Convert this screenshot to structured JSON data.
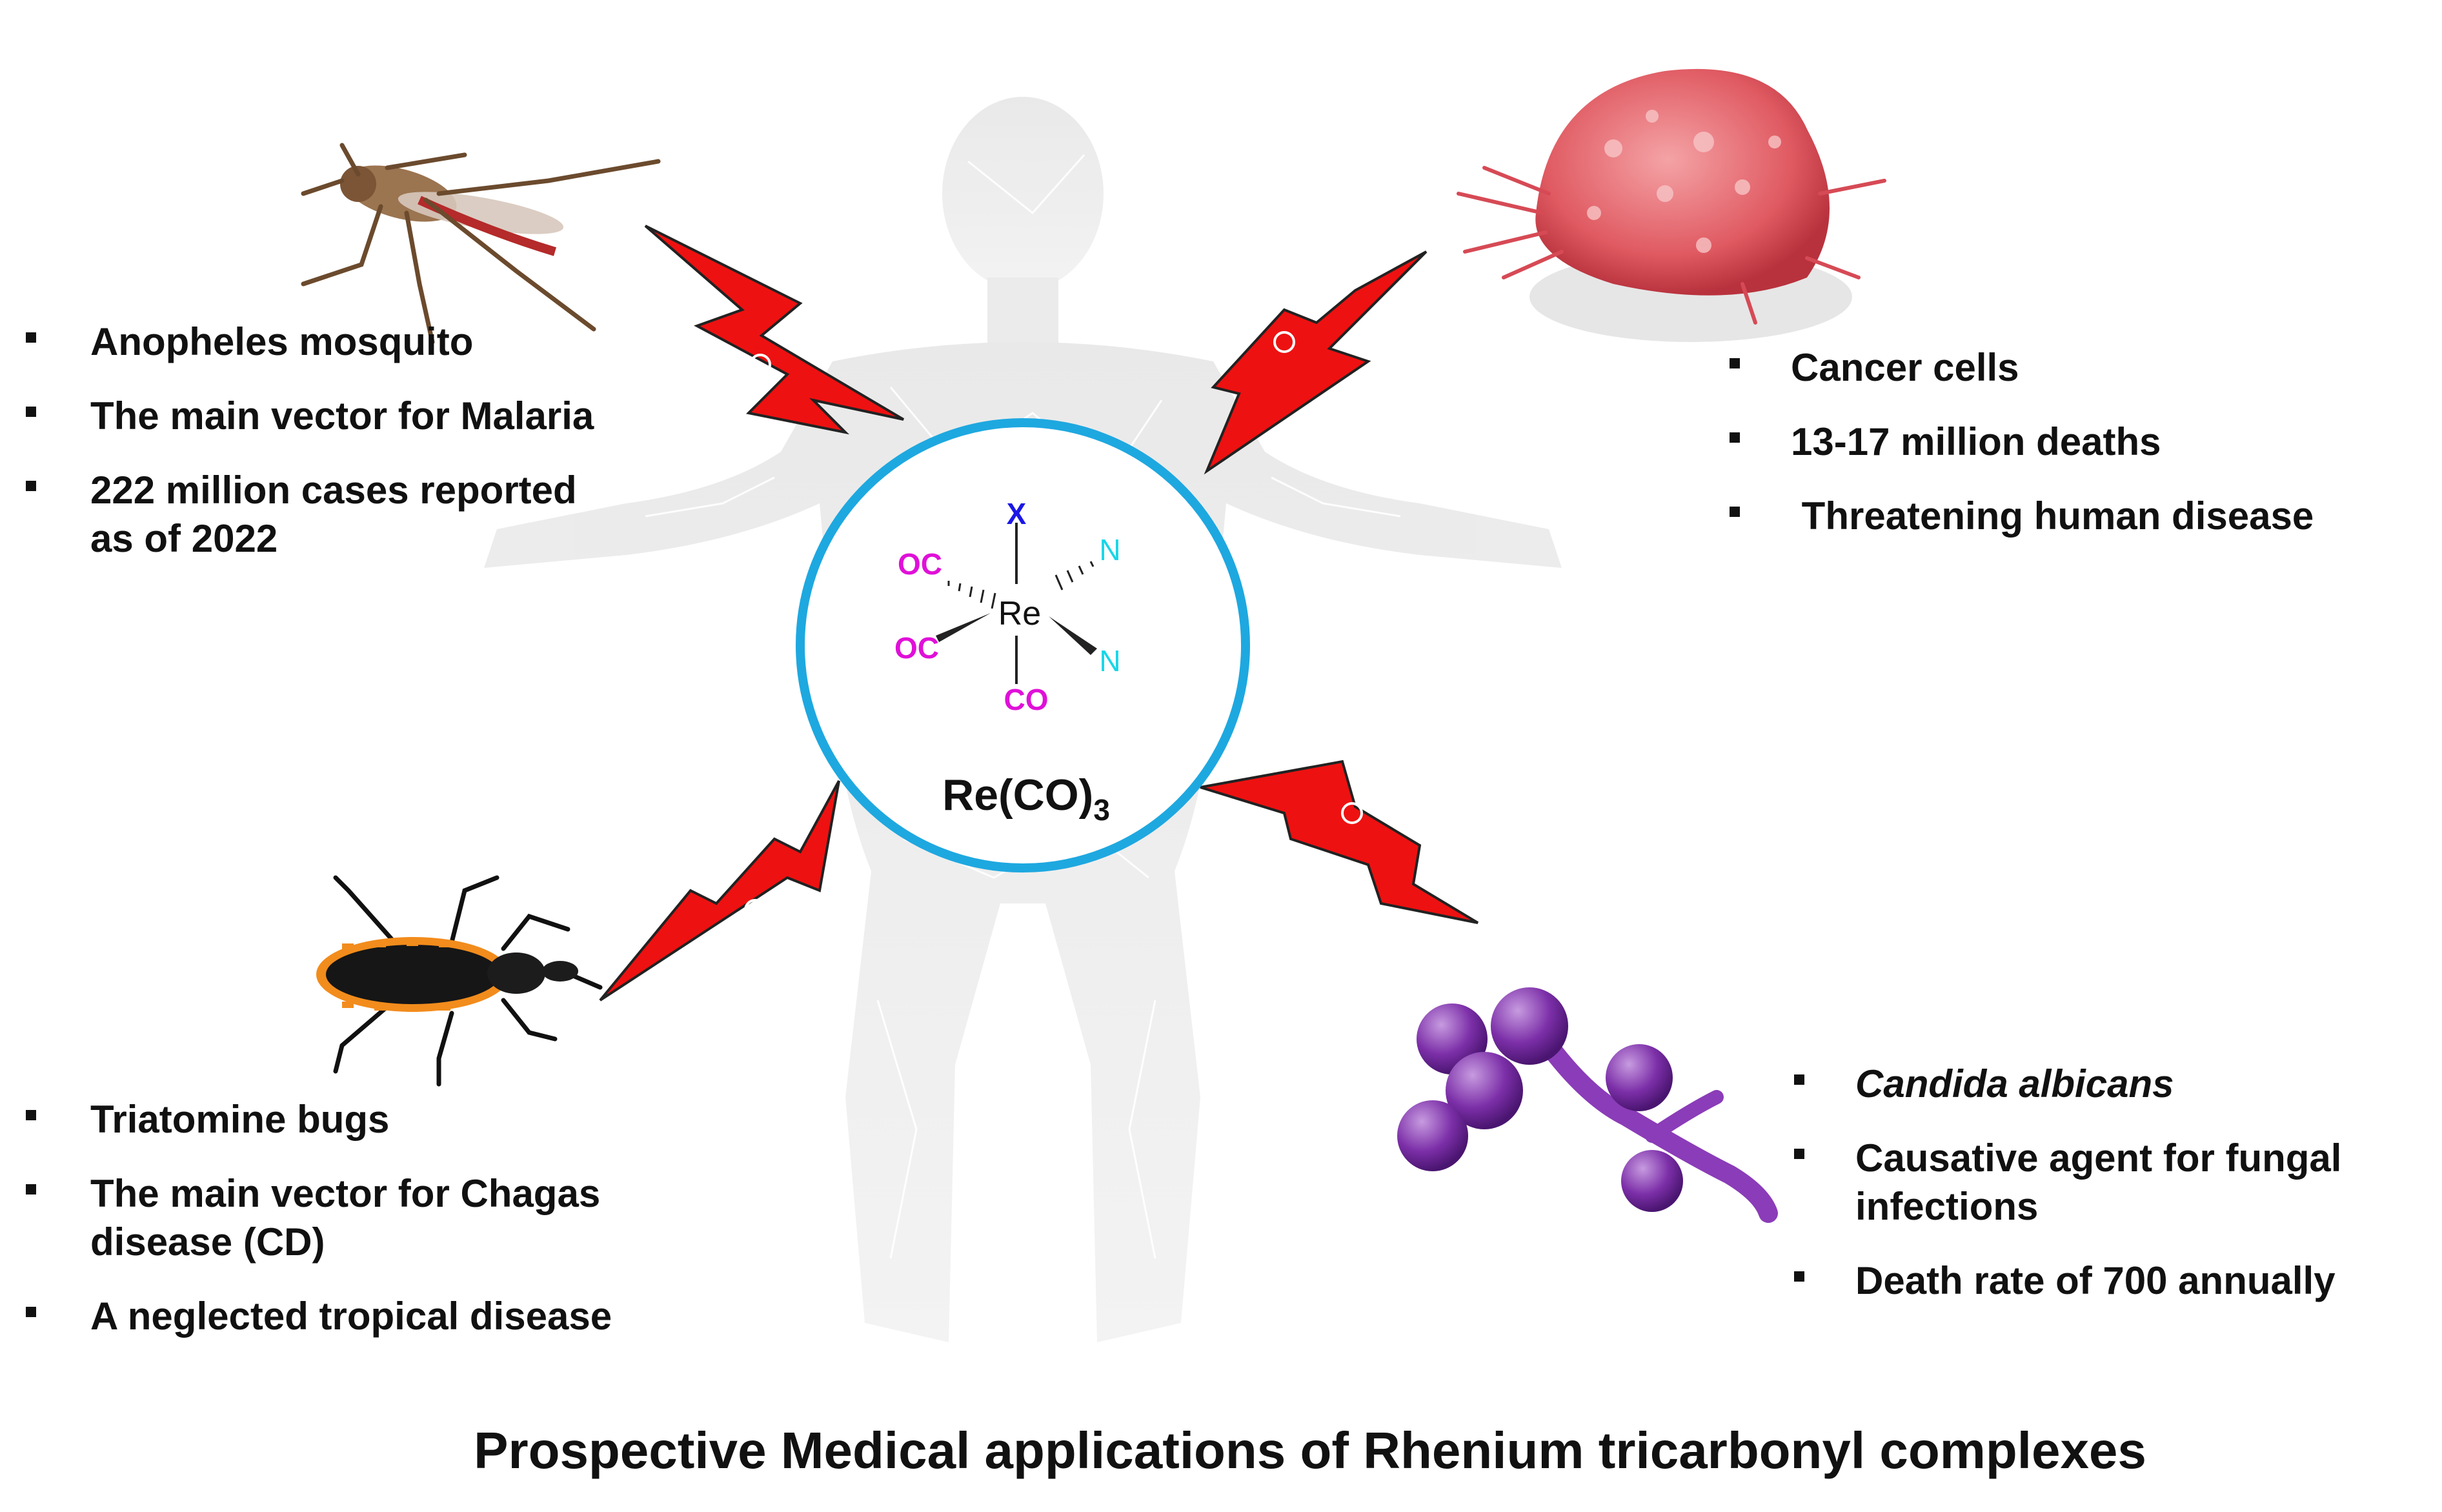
{
  "caption": "Prospective Medical applications of Rhenium tricarbonyl complexes",
  "center": {
    "label_main": "Re(CO)",
    "label_sub": "3",
    "complex": {
      "metal": "Re",
      "top": "X",
      "upper_left": "OC",
      "lower_left": "OC",
      "bottom": "CO",
      "upper_right": "N",
      "lower_right": "N"
    }
  },
  "panels": {
    "malaria": {
      "image": "mosquito-icon",
      "bullets": [
        "Anopheles mosquito",
        "The main vector for Malaria",
        "222 million cases reported",
        "as of 2022"
      ]
    },
    "cancer": {
      "image": "cancer-cell-icon",
      "bullets": [
        "Cancer cells",
        "13-17 million deaths",
        " Threatening human disease"
      ]
    },
    "chagas": {
      "image": "triatomine-bug-icon",
      "bullets": [
        "Triatomine bugs",
        "The main vector for Chagas",
        "disease (CD)",
        "A neglected tropical disease"
      ]
    },
    "fungal": {
      "image": "candida-fungus-icon",
      "bullets": [
        "Candida albicans",
        "Causative agent for fungal",
        "infections",
        "Death rate of 700 annually"
      ]
    }
  },
  "colors": {
    "circle": "#1ea8e0",
    "bolt": "#ee1111",
    "x_ligand": "#1a17e6",
    "co_ligand": "#e010d8",
    "n_ligand": "#16d6e8",
    "text": "#111111"
  }
}
